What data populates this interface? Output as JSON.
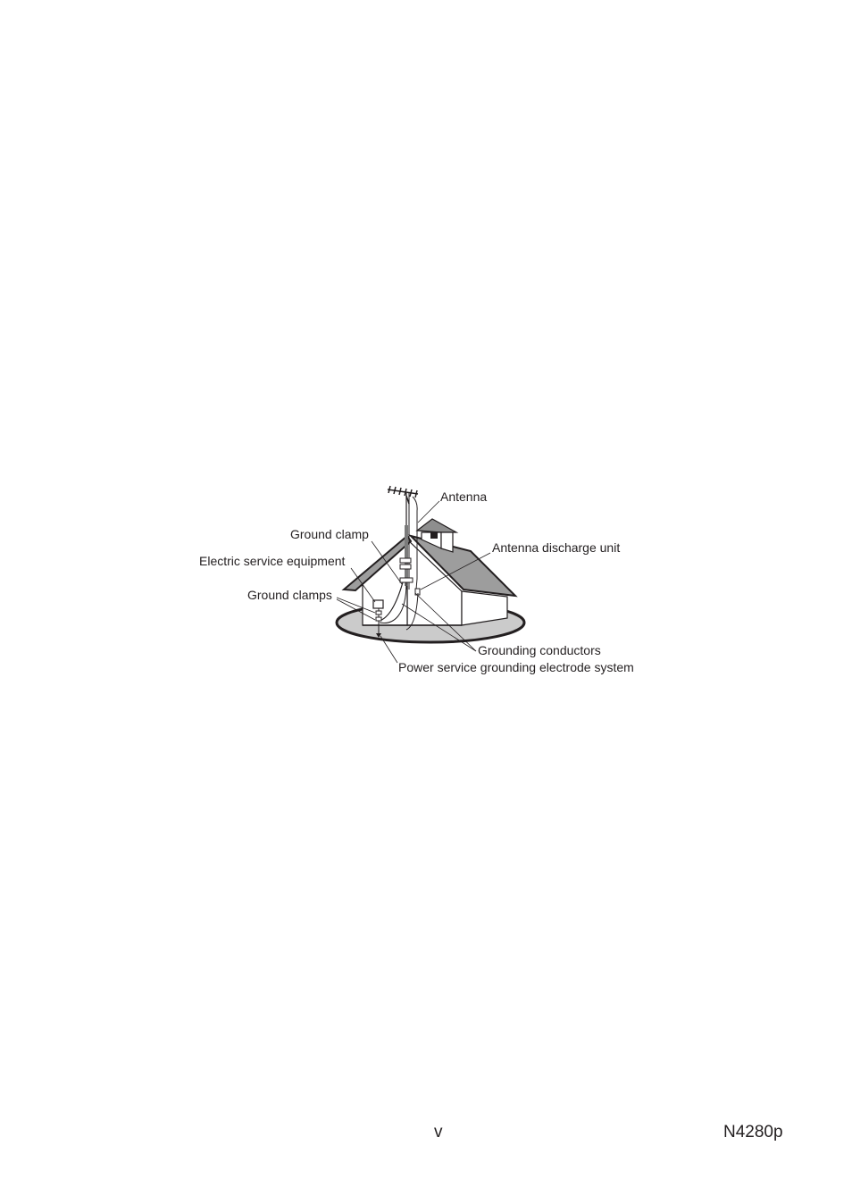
{
  "diagram": {
    "labels": {
      "antenna": "Antenna",
      "ground_clamp": "Ground clamp",
      "antenna_discharge_unit": "Antenna discharge unit",
      "electric_service_equipment": "Electric service equipment",
      "ground_clamps": "Ground clamps",
      "grounding_conductors": "Grounding conductors",
      "power_service_grounding": "Power service grounding electrode system"
    }
  },
  "footer": {
    "page_number": "v",
    "model": "N4280p"
  }
}
